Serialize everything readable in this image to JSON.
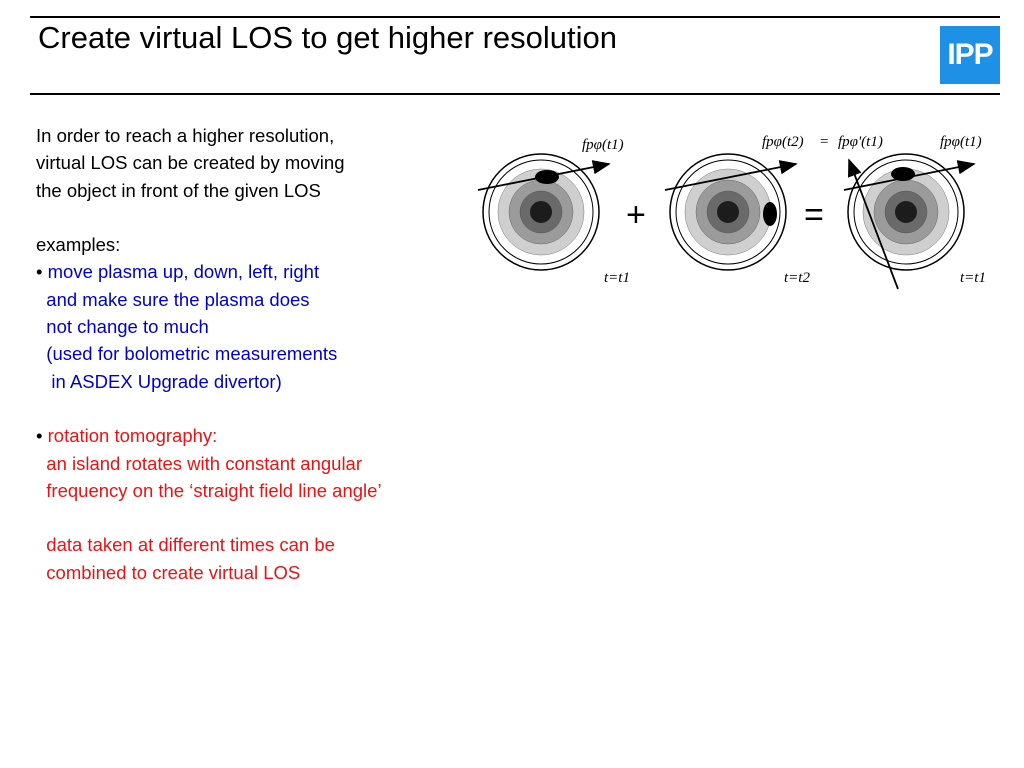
{
  "slide": {
    "title": "Create virtual LOS to get higher resolution",
    "logo_text": "IPP"
  },
  "body": {
    "intro": [
      "In order to reach a higher resolution,",
      "virtual LOS can be created by moving",
      "the object in front of the given LOS"
    ],
    "examples_heading": "examples:",
    "bullet": "•",
    "example1": [
      "move plasma up, down, left, right",
      "and make sure the plasma does",
      "not change to much",
      "(used for bolometric measurements",
      " in ASDEX Upgrade divertor)"
    ],
    "example2": [
      "rotation tomography:",
      "an island rotates with constant angular",
      "frequency on the ‘straight field line angle’",
      "",
      "data taken at different times can be",
      "combined to create virtual LOS"
    ]
  },
  "figure": {
    "panel1_label": "fpφ(t1)",
    "panel2_label": "fpφ(t2)",
    "equals_label": "=",
    "panel3_label1": "fpφ'(t1)",
    "panel3_label2": "fpφ(t1)",
    "plus_sign": "+",
    "equals_sign": "=",
    "time1": "t=t1",
    "time2": "t=t2",
    "time3": "t=t1"
  },
  "colors": {
    "blue_text": "#0000cc",
    "red_text": "#ee1111",
    "logo_bg": "#1e90e6"
  }
}
